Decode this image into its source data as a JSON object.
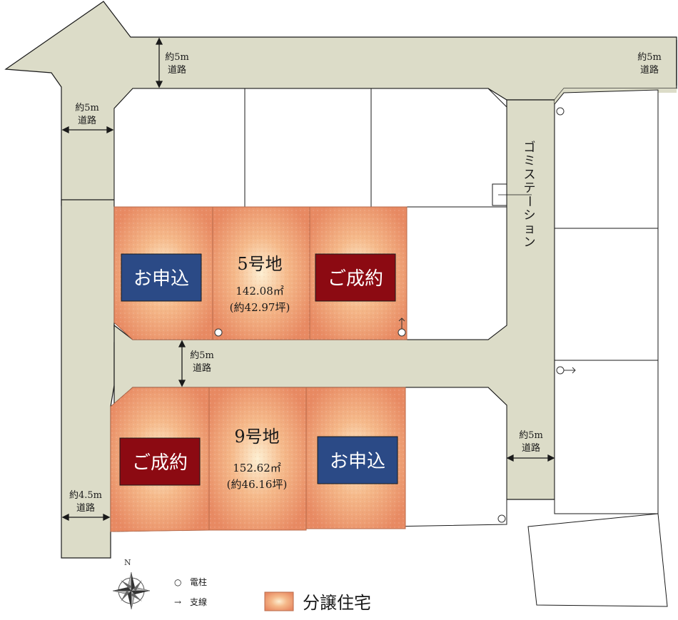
{
  "roads": {
    "top_width": "約5m",
    "top_unit": "道路",
    "top_right_width": "約5m",
    "top_right_unit": "道路",
    "left_width": "約5m",
    "left_unit": "道路",
    "middle_width": "約5m",
    "middle_unit": "道路",
    "right_width": "約5m",
    "right_unit": "道路",
    "bottom_left_width": "約4.5m",
    "bottom_left_unit": "道路"
  },
  "garbage_station": [
    "ゴ",
    "ミ",
    "ス",
    "テ",
    "ー",
    "シ",
    "ョ",
    "ン"
  ],
  "lots": {
    "lot5": {
      "name": "5号地",
      "area": "142.08㎡",
      "tsubo": "(約42.97坪)"
    },
    "lot9": {
      "name": "9号地",
      "area": "152.62㎡",
      "tsubo": "(約46.16坪)"
    }
  },
  "badges": {
    "apply": "お申込",
    "contracted": "ご成約"
  },
  "legend": {
    "pole_symbol": "○",
    "pole_label": "電柱",
    "guy_symbol": "→",
    "guy_label": "支線",
    "sale_label": "分譲住宅"
  },
  "colors": {
    "road": "#dcdcc8",
    "road_edge": "#1a1a1a",
    "lot_sale": "#e9946f",
    "lot_sale_center": "#fde9c8",
    "apply_badge": "#2b4a86",
    "contracted_badge": "#8c0a12"
  },
  "icons": {
    "compass": "compass-rose-icon",
    "pole": "utility-pole-icon",
    "guy_wire": "guy-wire-arrow-icon"
  }
}
